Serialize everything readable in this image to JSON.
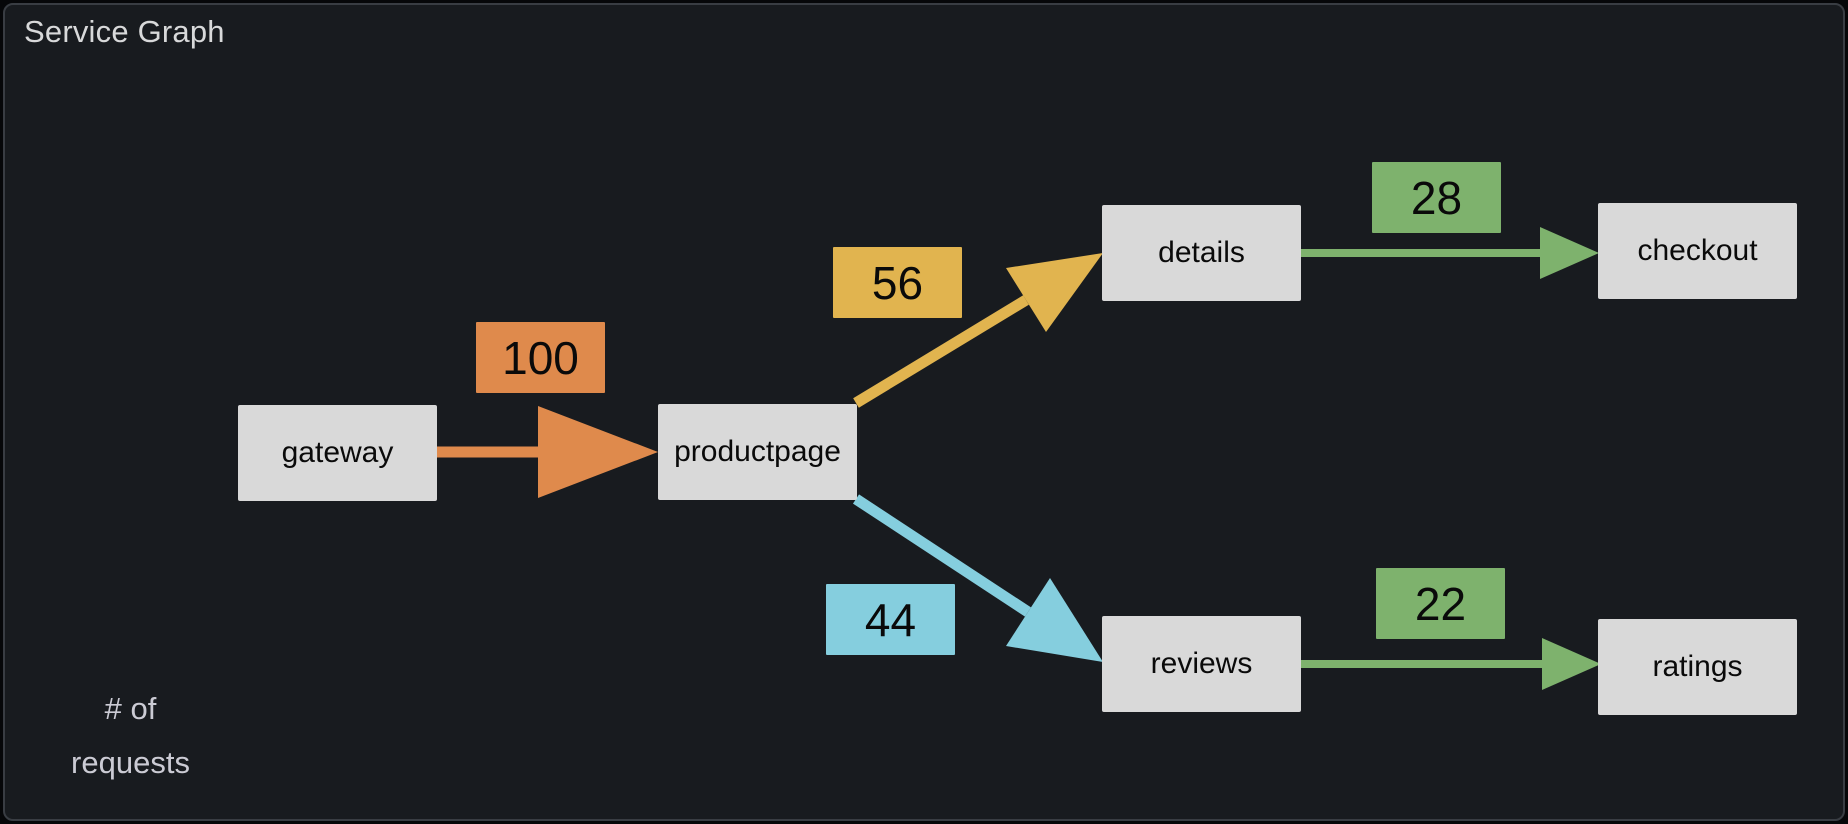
{
  "panel": {
    "title": "Service Graph",
    "legend_lines": [
      "# of",
      "requests"
    ],
    "colors": {
      "panel_bg": "#181B1F",
      "panel_border": "#393D43",
      "title_text": "#D8D9DA",
      "legend_text": "#CBCBD4",
      "node_bg": "#D9D9D9",
      "node_text": "#0A0A0A"
    }
  },
  "graph": {
    "nodes": [
      {
        "id": "gateway",
        "label": "gateway"
      },
      {
        "id": "productpage",
        "label": "productpage"
      },
      {
        "id": "details",
        "label": "details"
      },
      {
        "id": "checkout",
        "label": "checkout"
      },
      {
        "id": "reviews",
        "label": "reviews"
      },
      {
        "id": "ratings",
        "label": "ratings"
      }
    ],
    "edges": [
      {
        "source": "gateway",
        "target": "productpage",
        "requests": "100",
        "color": "#DF8A4C"
      },
      {
        "source": "productpage",
        "target": "details",
        "requests": "56",
        "color": "#E1B44F"
      },
      {
        "source": "productpage",
        "target": "reviews",
        "requests": "44",
        "color": "#85CEDE"
      },
      {
        "source": "details",
        "target": "checkout",
        "requests": "28",
        "color": "#7EB26D"
      },
      {
        "source": "reviews",
        "target": "ratings",
        "requests": "22",
        "color": "#7EB26D"
      }
    ],
    "value_unit": "# of requests"
  }
}
